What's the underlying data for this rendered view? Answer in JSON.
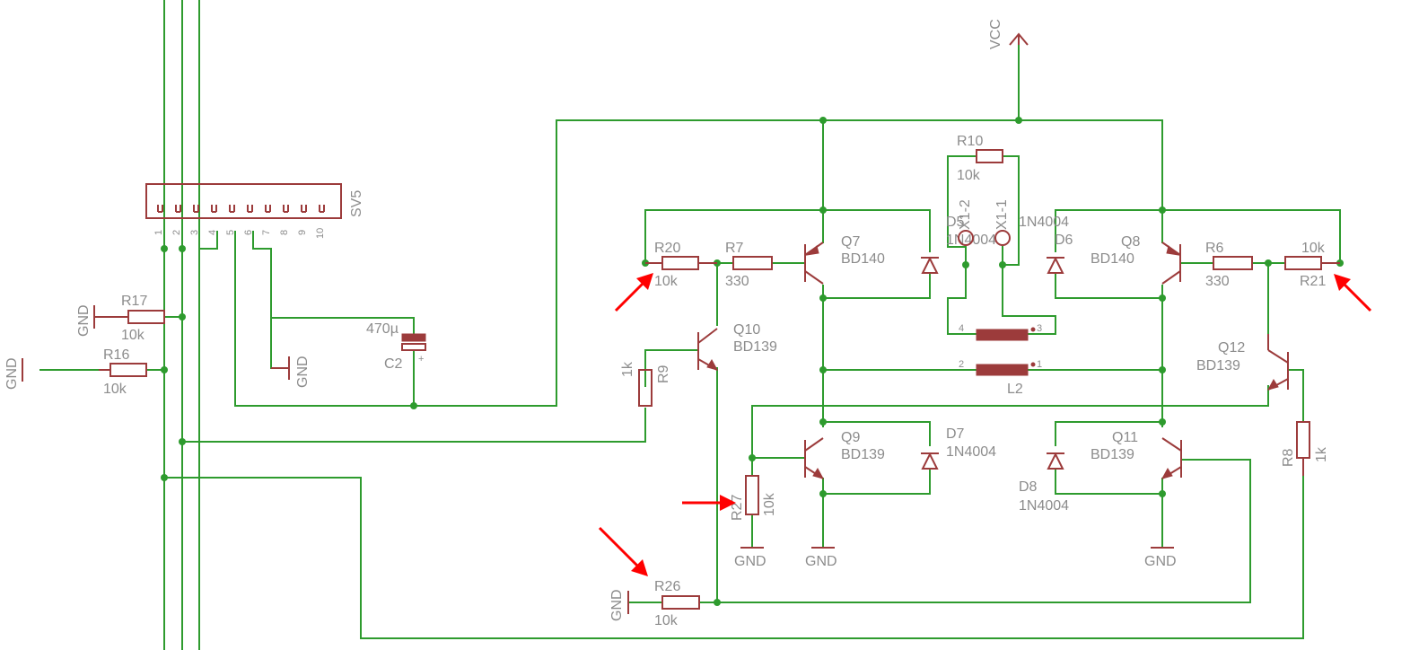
{
  "labels": {
    "vcc": "VCC",
    "gnd": "GND",
    "sv5": "SV5",
    "pins": [
      "1",
      "2",
      "3",
      "4",
      "5",
      "6",
      "7",
      "8",
      "9",
      "10"
    ],
    "r17": "R17",
    "r17v": "10k",
    "r16": "R16",
    "r16v": "10k",
    "c2": "C2",
    "c2v": "470µ",
    "c2plus": "+",
    "r20": "R20",
    "r20v": "10k",
    "r7": "R7",
    "r7v": "330",
    "q7": "Q7",
    "q7v": "BD140",
    "q10": "Q10",
    "q10v": "BD139",
    "r9": "R9",
    "r9v": "1k",
    "r10": "R10",
    "r10v": "10k",
    "d5": "D5",
    "d5v": "1N4004",
    "x12": "X1-2",
    "x11": "X1-1",
    "d6": "D6",
    "d6v": "1N4004",
    "q8": "Q8",
    "q8v": "BD140",
    "r6": "R6",
    "r6v": "330",
    "r21": "R21",
    "r21v": "10k",
    "q12": "Q12",
    "q12v": "BD139",
    "r8": "R8",
    "r8v": "1k",
    "l2": "L2",
    "l2p1": "1",
    "l2p2": "2",
    "l2p3": "3",
    "l2p4": "4",
    "q9": "Q9",
    "q9v": "BD139",
    "d7": "D7",
    "d7v": "1N4004",
    "q11": "Q11",
    "q11v": "BD139",
    "d8": "D8",
    "d8v": "1N4004",
    "r27": "R27",
    "r27v": "10k",
    "r26": "R26",
    "r26v": "10k"
  }
}
